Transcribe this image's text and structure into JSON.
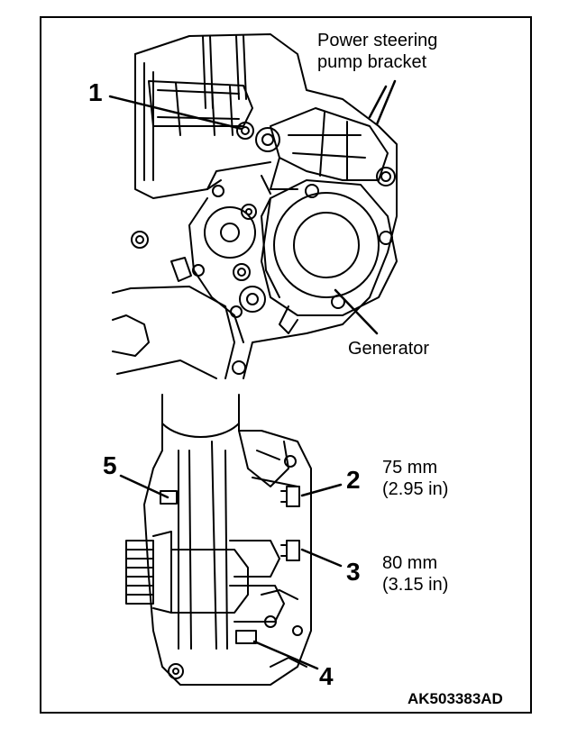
{
  "labels": {
    "power_steering_line1": "Power steering",
    "power_steering_line2": "pump bracket",
    "generator": "Generator"
  },
  "callouts": {
    "c1": "1",
    "c2": "2",
    "c3": "3",
    "c4": "4",
    "c5": "5"
  },
  "lengths": {
    "bolt2_mm": "75 mm",
    "bolt2_in": "(2.95 in)",
    "bolt3_mm": "80 mm",
    "bolt3_in": "(3.15 in)"
  },
  "figure_code": "AK503383AD"
}
